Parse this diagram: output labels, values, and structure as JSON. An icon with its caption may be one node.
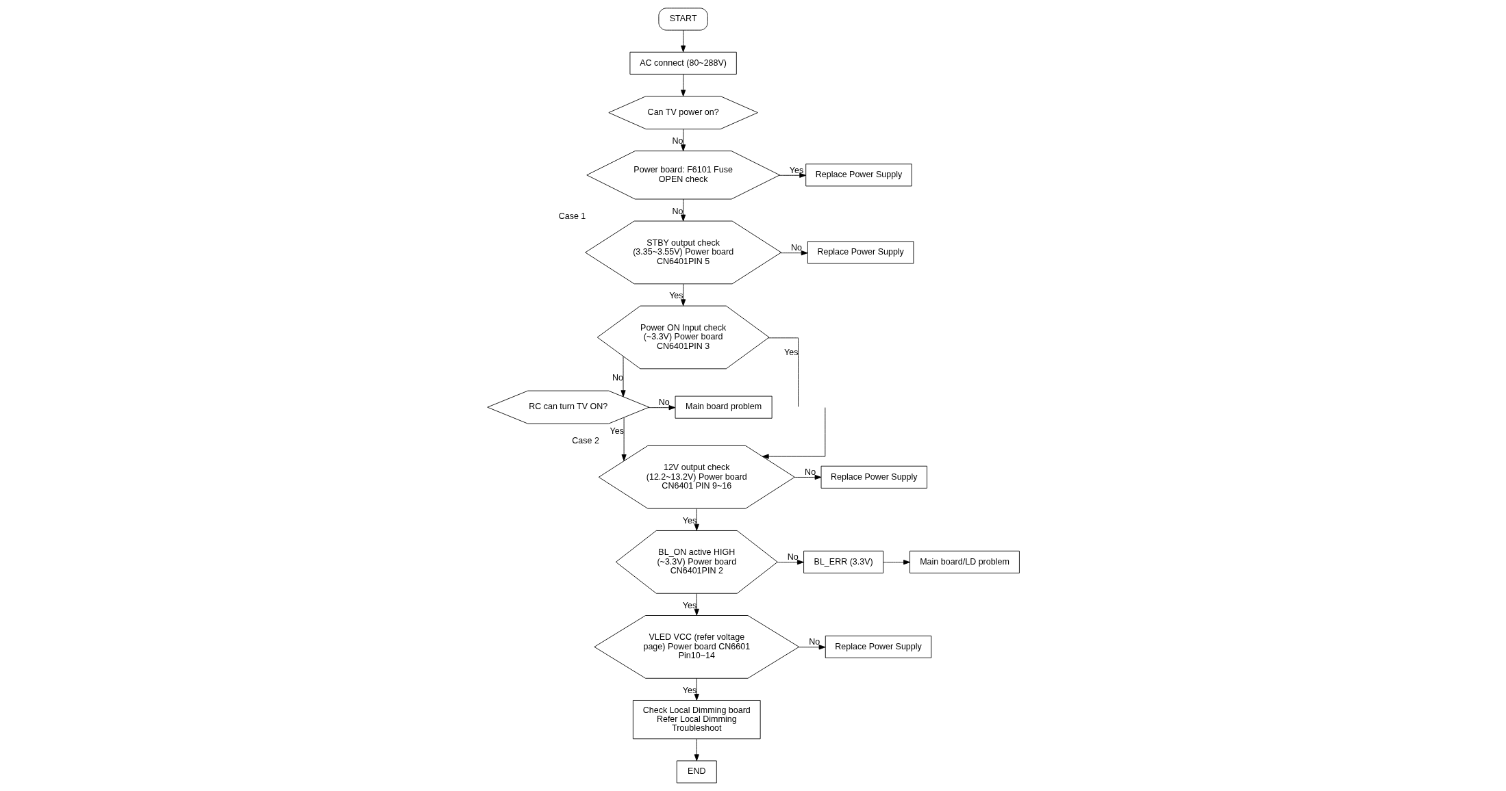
{
  "diagram": {
    "nodes": [
      {
        "text": [
          "START"
        ]
      },
      {
        "text": [
          "AC connect (80~288V)"
        ]
      },
      {
        "text": [
          "Can TV power on?"
        ]
      },
      {
        "text": [
          "Power board: F6101 Fuse OPEN check"
        ]
      },
      {
        "text": [
          "Replace Power Supply"
        ]
      },
      {
        "text": [
          "STBY output check (3.35~3.55V) Power board CN6401PIN 5"
        ],
        "beside": [
          "Case 1"
        ]
      },
      {
        "text": [
          "Replace Power Supply"
        ]
      },
      {
        "text": [
          "Power ON Input check (~3.3V) Power board CN6401PIN 3"
        ]
      },
      {
        "text": [
          "RC can turn TV ON?"
        ]
      },
      {
        "text": [
          "Main board problem"
        ]
      },
      {
        "text": [
          "12V output check (12.2~13.2V) Power board CN6401 PIN 9~16"
        ],
        "beside": [
          "Case 2"
        ]
      },
      {
        "text": [
          "Replace Power Supply"
        ]
      },
      {
        "text": [
          "BL_ON active HIGH (~3.3V) Power board CN6401PIN 2"
        ]
      },
      {
        "text": [
          "BL_ERR (3.3V)"
        ]
      },
      {
        "text": [
          "Main board/LD problem"
        ]
      },
      {
        "text": [
          "VLED VCC (refer voltage page) Power board CN6601 Pin10~14"
        ]
      },
      {
        "text": [
          "Replace Power Supply"
        ]
      },
      {
        "text": [
          "Check Local Dimming board Refer Local Dimming Troubleshoot"
        ]
      },
      {
        "text": [
          "END"
        ]
      }
    ],
    "edges": [
      {
        "from": 0,
        "to": 1,
        "arrow": "to"
      },
      {
        "from": 1,
        "to": 2,
        "arrow": "to"
      },
      {
        "from": 2,
        "to": 3,
        "arrow": "to",
        "label": "No"
      },
      {
        "from": 3,
        "to": 4,
        "arrow": "to",
        "label": "Yes"
      },
      {
        "from": 3,
        "to": 5,
        "arrow": "to",
        "label": "No"
      },
      {
        "from": 5,
        "to": 6,
        "arrow": "to",
        "label": "No"
      },
      {
        "from": 5,
        "to": 7,
        "arrow": "to",
        "label": "Yes"
      },
      {
        "from": 7,
        "to": 8,
        "arrow": "to",
        "label": "No"
      },
      {
        "from": 7,
        "to": null,
        "arrow": "none",
        "label": "Yes"
      },
      {
        "from": null,
        "to": 10,
        "arrow": "to"
      },
      {
        "from": 8,
        "to": 9,
        "arrow": "to",
        "label": "No"
      },
      {
        "from": 8,
        "to": 10,
        "arrow": "to",
        "label": "Yes"
      },
      {
        "from": 10,
        "to": 11,
        "arrow": "to",
        "label": "No"
      },
      {
        "from": 10,
        "to": 12,
        "arrow": "to",
        "label": "Yes"
      },
      {
        "from": 12,
        "to": 13,
        "arrow": "to",
        "label": "No"
      },
      {
        "from": 13,
        "to": 14,
        "arrow": "to"
      },
      {
        "from": 12,
        "to": 15,
        "arrow": "to",
        "label": "Yes"
      },
      {
        "from": 15,
        "to": 16,
        "arrow": "to",
        "label": "No"
      },
      {
        "from": 15,
        "to": 17,
        "arrow": "to",
        "label": "Yes"
      },
      {
        "from": 17,
        "to": 18,
        "arrow": "to"
      }
    ]
  }
}
